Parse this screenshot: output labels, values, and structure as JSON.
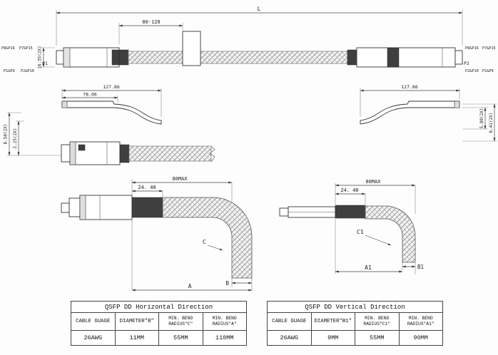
{
  "top_view": {
    "dim_overall_length": "L",
    "dim_label_position": "80-120",
    "dim_connector_height": "16.35(2X)",
    "port_left": "P1",
    "port_right": "P2",
    "pins_left": [
      "P8&P16",
      "P7&P15",
      "P1&P9",
      "P2&P10"
    ],
    "pins_right": [
      "P8&P16",
      "P7&P15",
      "P2&P10",
      "P1&P9"
    ]
  },
  "profile_views": {
    "left_length": "127.86",
    "left_front_length": "78.06",
    "right_length": "127.86",
    "left_height_1": "8.50(2X)",
    "left_height_2": "2.25(2X)",
    "right_height_1": "5.80(2X)",
    "right_height_2": "6.41(2X)"
  },
  "bend_horizontal": {
    "dim_max": "80MAX",
    "dim_offset": "24. 40",
    "label_radius": "C",
    "label_length": "A",
    "label_diameter": "B"
  },
  "bend_vertical": {
    "dim_max": "80MAX",
    "dim_offset": "24. 40",
    "label_radius": "C1",
    "label_length": "A1",
    "label_diameter": "B1"
  },
  "tables": [
    {
      "title": "QSFP DD Horizontal Direction",
      "headers": [
        "CABLE GUAGE",
        "DIAMETER\"B\"",
        "MIN. BEND RADIUS\"C\"",
        "MIN. BEND RADIUS\"A\""
      ],
      "rows": [
        [
          "26AWG",
          "11MM",
          "55MM",
          "110MM"
        ]
      ]
    },
    {
      "title": "QSFP DD Vertical Direction",
      "headers": [
        "CABLE GUAGE",
        "DIAMETER\"B1\"",
        "MIN. BEND RADIUS\"C1\"",
        "MIN. BEND RADIUS\"A1\""
      ],
      "rows": [
        [
          "26AWG",
          "9MM",
          "55MM",
          "90MM"
        ]
      ]
    }
  ]
}
